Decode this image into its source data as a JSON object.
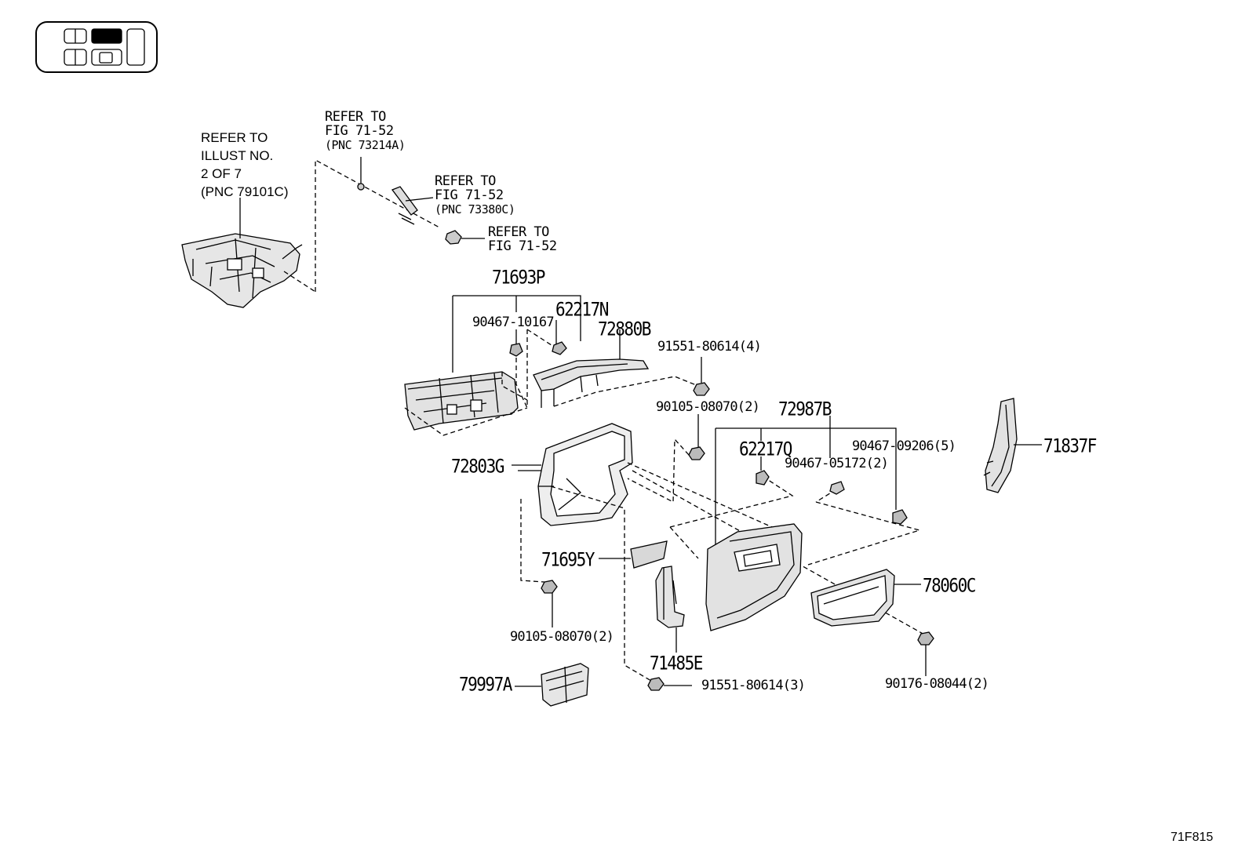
{
  "diagram": {
    "figure_id": "71F815",
    "references": [
      {
        "id": "ref-1",
        "lines": [
          "REFER TO",
          "ILLUST NO.",
          "2 OF 7",
          "(PNC 79101C)"
        ]
      },
      {
        "id": "ref-2",
        "lines": [
          "REFER TO",
          "FIG 71-52",
          "(PNC 73214A)"
        ]
      },
      {
        "id": "ref-3",
        "lines": [
          "REFER TO",
          "FIG 71-52",
          "(PNC 73380C)"
        ]
      },
      {
        "id": "ref-4",
        "lines": [
          "REFER TO",
          "FIG 71-52"
        ]
      }
    ],
    "part_numbers": {
      "p71693P": "71693P",
      "p62217N": "62217N",
      "p90467_10167": "90467-10167",
      "p72880B": "72880B",
      "p91551_80614_4": "91551-80614(4)",
      "p90105_08070_2a": "90105-08070(2)",
      "p72987B": "72987B",
      "p62217Q": "62217Q",
      "p90467_09206_5": "90467-09206(5)",
      "p90467_05172_2": "90467-05172(2)",
      "p71837F": "71837F",
      "p72803G": "72803G",
      "p71695Y": "71695Y",
      "p78060C": "78060C",
      "p90105_08070_2b": "90105-08070(2)",
      "p71485E": "71485E",
      "p79997A": "79997A",
      "p91551_80614_3": "91551-80614(3)",
      "p90176_08044_2": "90176-08044(2)"
    }
  },
  "colors": {
    "line": "#000000",
    "part_fill": "#d8d8d8",
    "background": "#ffffff"
  },
  "icons": [
    "vehicle-layout-icon"
  ]
}
